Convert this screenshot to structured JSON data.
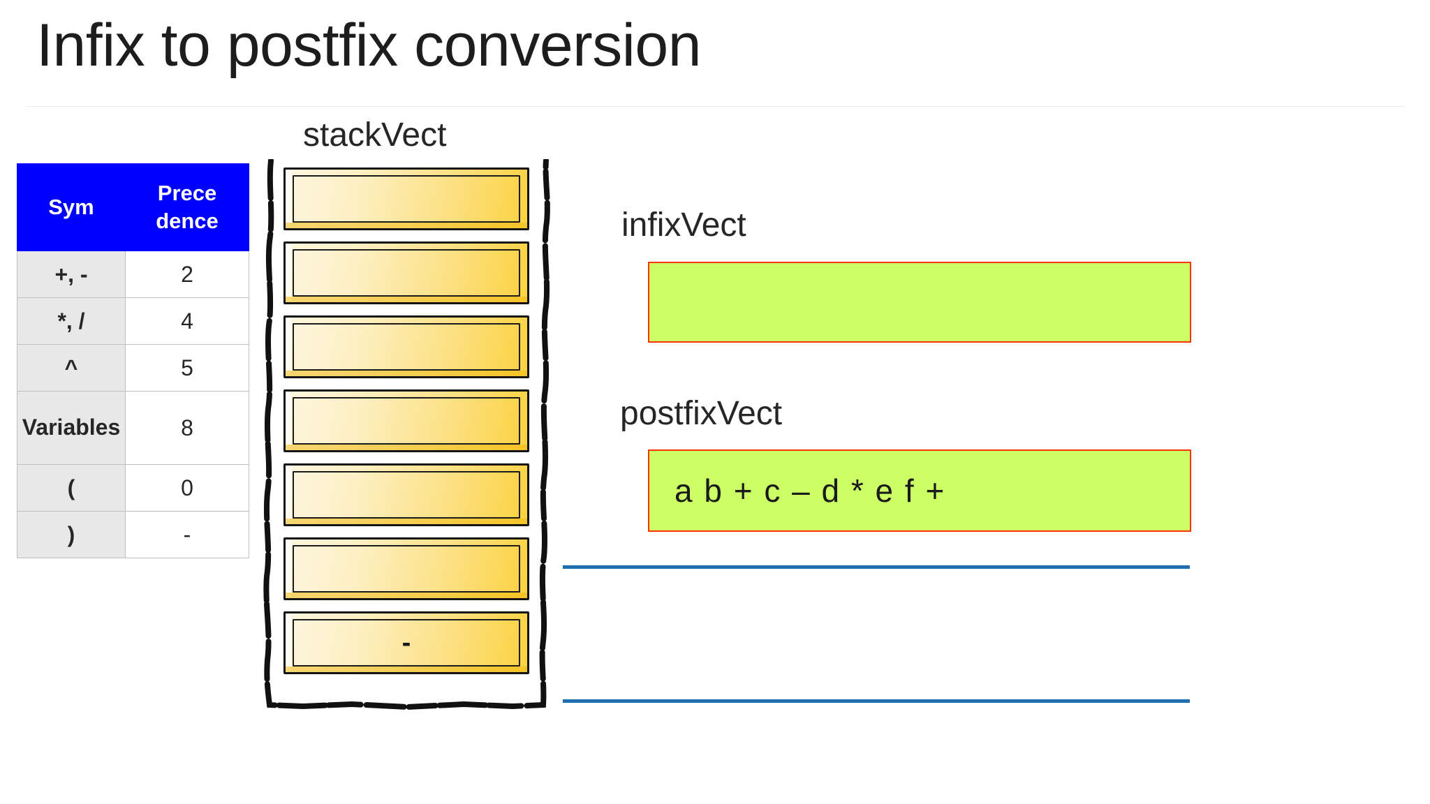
{
  "slide": {
    "title": "Infix to postfix conversion"
  },
  "precedence_table": {
    "name": "operator-precedence-table",
    "headers": [
      "Sym",
      "Prece dence"
    ],
    "header_lines": [
      [
        "Sym"
      ],
      [
        "Prece",
        "dence"
      ]
    ],
    "rows": [
      {
        "sym": "+, -",
        "precedence": "2",
        "tall": false
      },
      {
        "sym": "*, /",
        "precedence": "4",
        "tall": false
      },
      {
        "sym": "^",
        "precedence": "5",
        "tall": false
      },
      {
        "sym": "Variables",
        "precedence": "8",
        "tall": true
      },
      {
        "sym": "(",
        "precedence": "0",
        "tall": false
      },
      {
        "sym": ")",
        "precedence": "-",
        "tall": false
      }
    ],
    "colors": {
      "header_bg": "#0000FF",
      "header_fg": "#FFFFFF",
      "sym_cell_bg": "#E8E8E8",
      "prec_cell_bg": "#FFFFFF",
      "grid": "#BFBFBF"
    }
  },
  "stack": {
    "label": "stackVect",
    "cells": [
      "",
      "",
      "",
      "",
      "",
      "",
      "-"
    ],
    "colors": {
      "fill_light": "#FDF6E0",
      "fill_dark": "#FBD23F",
      "outline": "#141414"
    }
  },
  "infix": {
    "label": "infixVect",
    "value": ""
  },
  "postfix": {
    "label": "postfixVect",
    "value": "a b + c – d * e f +"
  },
  "separators": {
    "color": "#1F6FB0",
    "count": 2
  }
}
